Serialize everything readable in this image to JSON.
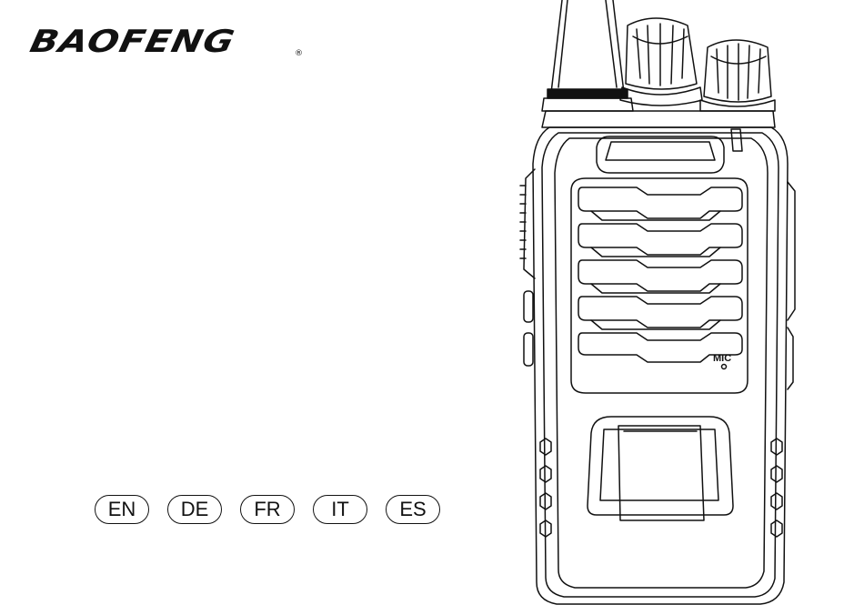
{
  "brand": {
    "name": "BAOFENG",
    "registered_mark": "®"
  },
  "languages": [
    {
      "code": "EN"
    },
    {
      "code": "DE"
    },
    {
      "code": "FR"
    },
    {
      "code": "IT"
    },
    {
      "code": "ES"
    }
  ],
  "device": {
    "mic_label": "MIC",
    "icon": "walkie-talkie-line-drawing"
  },
  "colors": {
    "ink": "#111111",
    "background": "#ffffff"
  }
}
